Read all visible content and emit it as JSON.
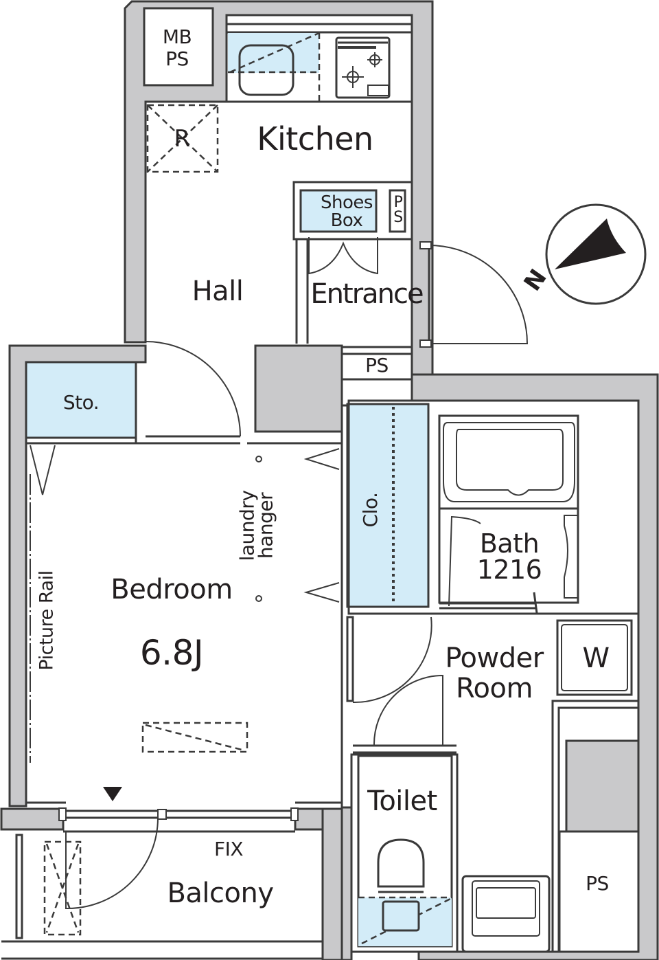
{
  "plan": {
    "colors": {
      "wall_fill": "#c9c9cb",
      "line": "#3a3a3a",
      "storage_fill": "#d3ecf8",
      "floor": "#ffffff"
    },
    "compass": {
      "label": "N"
    },
    "rooms": {
      "mb_ps": {
        "line1": "MB",
        "line2": "PS"
      },
      "refrigerator": {
        "label": "R"
      },
      "kitchen": {
        "label": "Kitchen"
      },
      "shoes_box": {
        "line1": "Shoes",
        "line2": "Box"
      },
      "ps_small": {
        "line1": "P",
        "line2": "S"
      },
      "hall": {
        "label": "Hall"
      },
      "entrance": {
        "label": "Entrance"
      },
      "ps_entrance": {
        "label": "PS"
      },
      "storage": {
        "label": "Sto."
      },
      "closet": {
        "label": "Clo."
      },
      "laundry_hanger": {
        "line1": "laundry",
        "line2": "hanger"
      },
      "bath": {
        "line1": "Bath",
        "line2": "1216"
      },
      "bedroom": {
        "label": "Bedroom",
        "size": "6.8J"
      },
      "picture_rail": {
        "label": "Picture Rail"
      },
      "powder_room": {
        "line1": "Powder",
        "line2": "Room"
      },
      "washer": {
        "label": "W"
      },
      "toilet": {
        "label": "Toilet"
      },
      "ps_right": {
        "label": "PS"
      },
      "fix_window": {
        "label": "FIX"
      },
      "balcony": {
        "label": "Balcony"
      }
    }
  }
}
